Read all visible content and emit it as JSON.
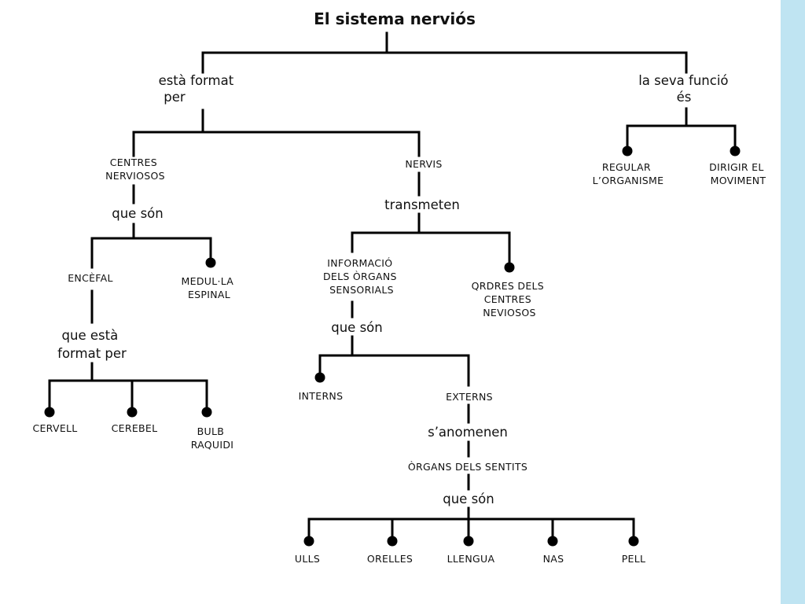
{
  "colors": {
    "side_stripe": "#bfe4f2",
    "lines": "#000000",
    "background": "#ffffff"
  },
  "title": "El sistema nerviós",
  "links": {
    "esta_format": [
      "està format",
      "per"
    ],
    "la_seva_funcio": [
      "la seva funció",
      "és"
    ],
    "que_son_1": "que són",
    "transmeten": "transmeten",
    "que_esta": [
      "que està",
      "format per"
    ],
    "que_son_2": "que són",
    "sanomenen": "s’anomenen",
    "que_son_3": "que són"
  },
  "nodes": {
    "centres": [
      "CENTRES",
      "NERVIOSOS"
    ],
    "nervis": "NERVIS",
    "regular": [
      "REGULAR",
      "L’ORGANISME"
    ],
    "dirigir": [
      "DIRIGIR EL",
      "MOVIMENT"
    ],
    "encefal": "ENCÈFAL",
    "medul": [
      "MEDUL·LA",
      "ESPINAL"
    ],
    "informacio": [
      "INFORMACIÓ",
      "DELS ÒRGANS",
      "SENSORIALS"
    ],
    "ordres": [
      "QRDRES DELS",
      "CENTRES",
      "NEVIOSOS"
    ],
    "cervell": "CERVELL",
    "cerebel": "CEREBEL",
    "bulb": [
      "BULB",
      "RAQUIDI"
    ],
    "interns": "INTERNS",
    "externs": "EXTERNS",
    "organs_sentits": "ÒRGANS DELS SENTITS",
    "ulls": "ULLS",
    "orelles": "ORELLES",
    "llengua": "LLENGUA",
    "nas": "NAS",
    "pell": "PELL"
  }
}
